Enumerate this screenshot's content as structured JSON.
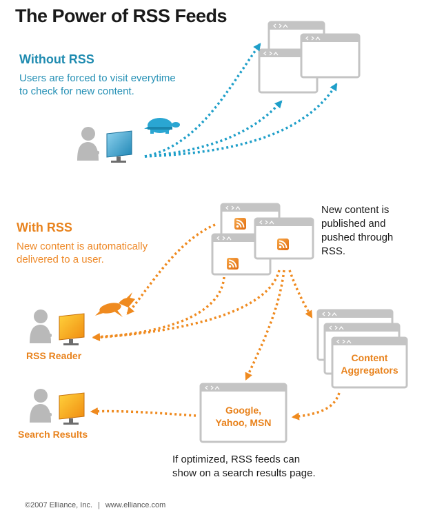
{
  "title": "The Power of RSS Feeds",
  "without_rss": {
    "heading": "Without RSS",
    "description_line1": "Users are forced to visit everytime",
    "description_line2": "to check for new content."
  },
  "with_rss": {
    "heading": "With RSS",
    "description_line1": "New content is automatically",
    "description_line2": "delivered to a user."
  },
  "publish_note": {
    "line1": "New content is",
    "line2": "published and",
    "line3": "pushed through",
    "line4": "RSS."
  },
  "rss_reader_label": "RSS Reader",
  "search_results_label": "Search Results",
  "content_aggregators": {
    "line1": "Content",
    "line2": "Aggregators"
  },
  "search_engines": {
    "line1": "Google,",
    "line2": "Yahoo, MSN"
  },
  "search_note": {
    "line1": "If optimized, RSS feeds can",
    "line2": "show on a search results page."
  },
  "footer": {
    "copyright": "©2007 Elliance, Inc.",
    "separator": "|",
    "website": "www.elliance.com"
  },
  "icons": [
    "turtle-icon",
    "rabbit-icon",
    "rss-icon",
    "user-icon",
    "monitor-icon",
    "browser-window-icon"
  ],
  "colors": {
    "blue": "#1f8bb0",
    "orange": "#e8821c",
    "gray": "#bfbfbf",
    "dark": "#1a1a1a"
  }
}
